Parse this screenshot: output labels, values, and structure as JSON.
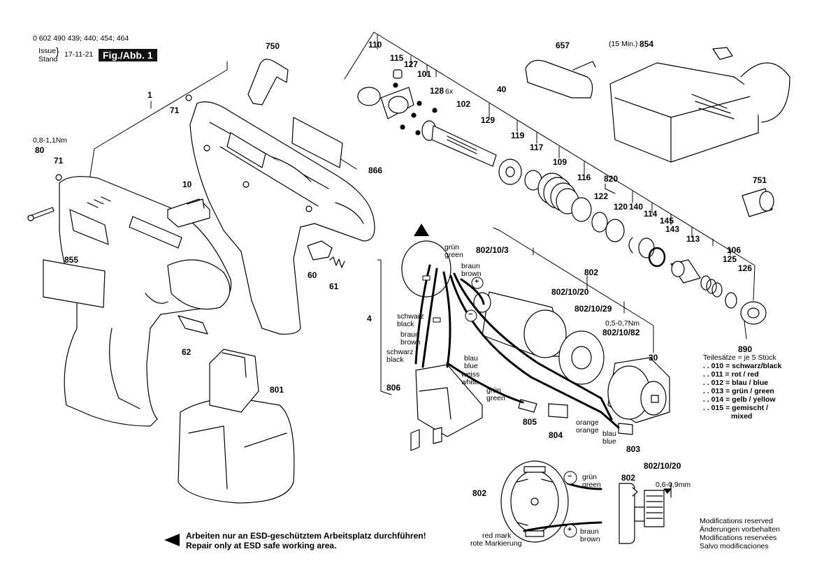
{
  "header": {
    "part_numbers": "0 602 490 439; 440; 454; 464",
    "issue_label": "Issue",
    "stand_label": "Stand",
    "date": "17-11-21",
    "figure": "Fig./Abb. 1"
  },
  "callouts": {
    "c1": "1",
    "c4": "4",
    "c10": "10",
    "c30": "30",
    "c40": "40",
    "c60": "60",
    "c61": "61",
    "c62": "62",
    "c71a": "71",
    "c71b": "71",
    "c80": "80",
    "c101": "101",
    "c102": "102",
    "c106": "106",
    "c109": "109",
    "c110": "110",
    "c113": "113",
    "c114": "114",
    "c115": "115",
    "c116": "116",
    "c117": "117",
    "c119": "119",
    "c120": "120",
    "c122": "122",
    "c125": "125",
    "c126": "126",
    "c127": "127",
    "c128": "128",
    "c128x": "6x",
    "c129": "129",
    "c140": "140",
    "c143": "143",
    "c145": "145",
    "c657": "657",
    "c750": "750",
    "c751": "751",
    "c801": "801",
    "c802": "802",
    "c802b": "802",
    "c802c": "802",
    "c802_10_3": "802/10/3",
    "c802_10_20": "802/10/20",
    "c802_10_29": "802/10/29",
    "c802_10_82": "802/10/82",
    "c802_10_20b": "802/10/20",
    "c803": "803",
    "c804": "804",
    "c805": "805",
    "c806": "806",
    "c820": "820",
    "c854": "854",
    "c854pre": "(15 Min.)",
    "c855": "855",
    "c866": "866",
    "c890": "890"
  },
  "torques": {
    "t80": "0,8-1,1Nm",
    "t30": "0,5-0,7Nm",
    "gap": "0,6-0,9mm"
  },
  "wires": {
    "gruen1": "grün",
    "green1": "green",
    "braun1": "braun",
    "brown1": "brown",
    "schwarz1": "schwarz",
    "black1": "black",
    "braun2": "braun",
    "brown2": "brown",
    "schwarz2": "schwarz",
    "black2": "black",
    "blau1": "blau",
    "blue1": "blue",
    "weiss": "weiss",
    "white": "white",
    "gruen2": "grün",
    "green2": "green",
    "orange1": "orange",
    "orange2": "orange",
    "blau2": "blau",
    "blue2": "blue",
    "gruen3": "grün",
    "green3": "green",
    "braun3": "braun",
    "brown3": "brown",
    "redmark1": "red mark",
    "redmark2": "rote Markierung",
    "plus": "+",
    "minus": "−"
  },
  "parts_sets": {
    "heading": "Teilesätze = je 5 Stück",
    "rows": [
      ". . 010 = schwarz/black",
      ". . 011 = rot / red",
      ". . 012 = blau / blue",
      ". . 013 = grün / green",
      ". . 014 = gelb / yellow",
      ". . 015 = gemischt /",
      "mixed"
    ]
  },
  "esd": {
    "line1": "Arbeiten nur an ESD-geschütztem Arbeitsplatz durchführen!",
    "line2": "Repair only at ESD safe working area."
  },
  "modifications": [
    "Modifications reserved",
    "Änderungen vorbehalten",
    "Modifications reservées",
    "Salvo modificaciones"
  ]
}
